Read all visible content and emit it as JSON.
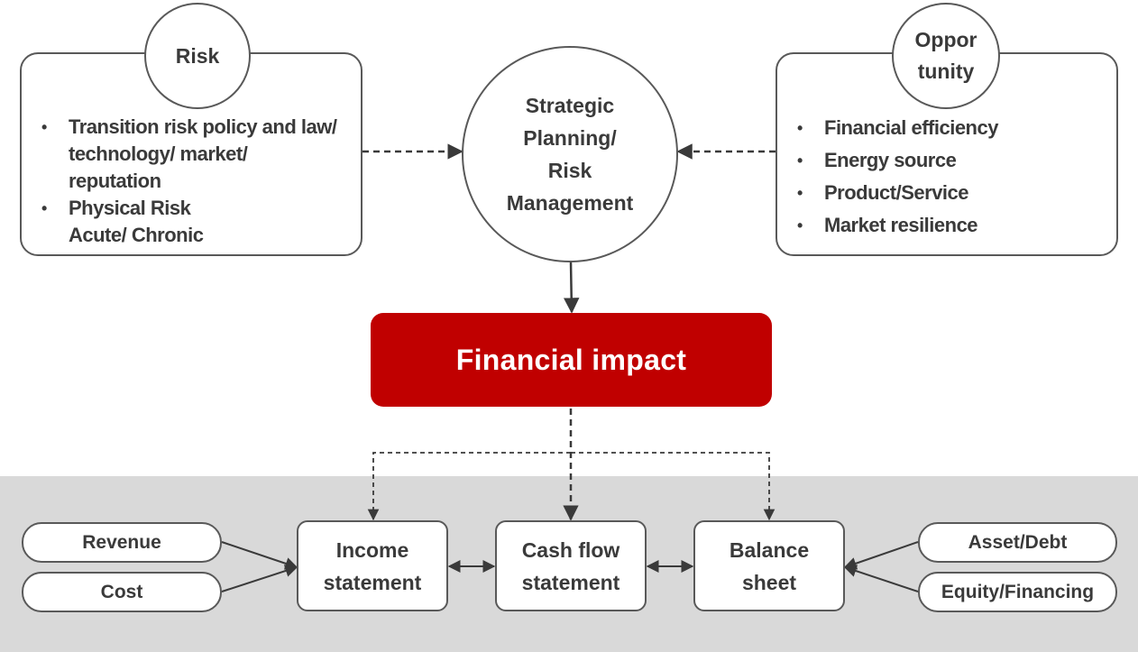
{
  "risk": {
    "title": "Risk",
    "items": [
      {
        "lines": [
          "Transition risk policy and law/",
          "technology/ market/",
          "reputation"
        ]
      },
      {
        "lines": [
          "Physical Risk",
          "Acute/ Chronic"
        ]
      }
    ]
  },
  "center": {
    "lines": [
      "Strategic",
      "Planning/",
      "Risk",
      "Management"
    ]
  },
  "opportunity": {
    "title_lines": [
      "Oppor",
      "tunity"
    ],
    "items": [
      "Financial efficiency",
      "Energy source",
      "Product/Service",
      "Market resilience"
    ]
  },
  "impact": {
    "label": "Financial impact",
    "color": "#c00000"
  },
  "statements": {
    "income": [
      "Income",
      "statement"
    ],
    "cashflow": [
      "Cash flow",
      "statement"
    ],
    "balance": [
      "Balance",
      "sheet"
    ]
  },
  "inputs": {
    "revenue": "Revenue",
    "cost": "Cost",
    "asset_debt": "Asset/Debt",
    "equity_financing": "Equity/Financing"
  },
  "colors": {
    "border": "#595959",
    "band": "#d9d9d9",
    "text": "#3a3a3a"
  }
}
